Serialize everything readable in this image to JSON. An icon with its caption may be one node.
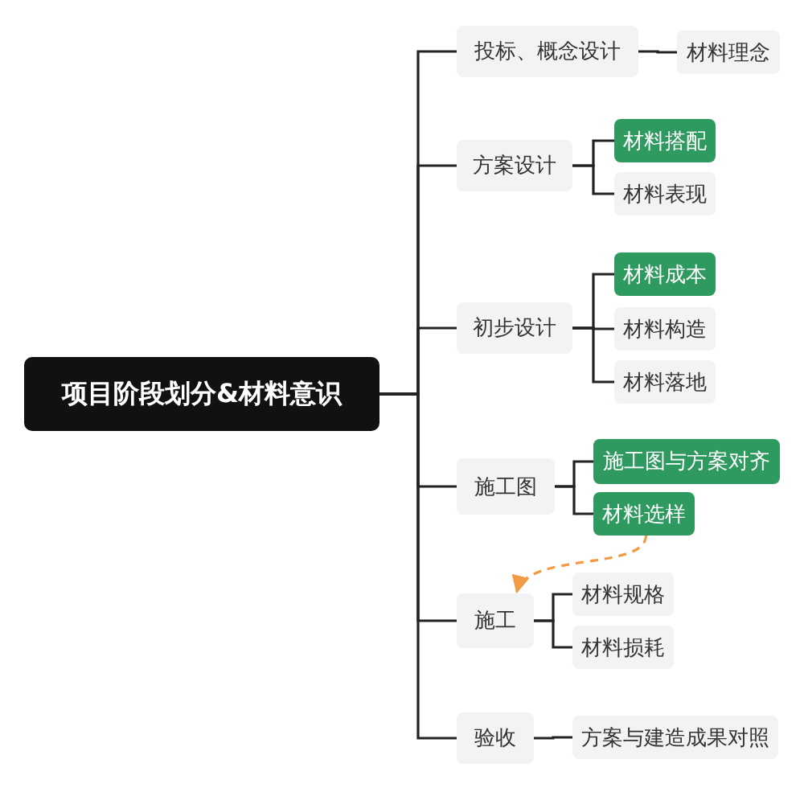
{
  "diagram": {
    "nodes": [
      {
        "text": [
          "项目阶段划分&材料意识"
        ]
      },
      {
        "text": [
          "投标、概念设计"
        ]
      },
      {
        "text": [
          "材料理念"
        ]
      },
      {
        "text": [
          "方案设计"
        ]
      },
      {
        "text": [
          "材料搭配"
        ]
      },
      {
        "text": [
          "材料表现"
        ]
      },
      {
        "text": [
          "初步设计"
        ]
      },
      {
        "text": [
          "材料成本"
        ]
      },
      {
        "text": [
          "材料构造"
        ]
      },
      {
        "text": [
          "材料落地"
        ]
      },
      {
        "text": [
          "施工图"
        ]
      },
      {
        "text": [
          "施工图与方案对齐"
        ]
      },
      {
        "text": [
          "材料选样"
        ]
      },
      {
        "text": [
          "施工"
        ]
      },
      {
        "text": [
          "材料规格"
        ]
      },
      {
        "text": [
          "材料损耗"
        ]
      },
      {
        "text": [
          "验收"
        ]
      },
      {
        "text": [
          "方案与建造成果对照"
        ]
      }
    ],
    "edges": [
      {
        "from": 0,
        "to": 1,
        "arrow": "none"
      },
      {
        "from": 0,
        "to": 3,
        "arrow": "none"
      },
      {
        "from": 0,
        "to": 6,
        "arrow": "none"
      },
      {
        "from": 0,
        "to": 10,
        "arrow": "none"
      },
      {
        "from": 0,
        "to": 13,
        "arrow": "none"
      },
      {
        "from": 0,
        "to": 16,
        "arrow": "none"
      },
      {
        "from": 1,
        "to": 2,
        "arrow": "none"
      },
      {
        "from": 3,
        "to": 4,
        "arrow": "none"
      },
      {
        "from": 3,
        "to": 5,
        "arrow": "none"
      },
      {
        "from": 6,
        "to": 7,
        "arrow": "none"
      },
      {
        "from": 6,
        "to": 8,
        "arrow": "none"
      },
      {
        "from": 6,
        "to": 9,
        "arrow": "none"
      },
      {
        "from": 10,
        "to": 11,
        "arrow": "none"
      },
      {
        "from": 10,
        "to": 12,
        "arrow": "none"
      },
      {
        "from": 13,
        "to": 14,
        "arrow": "none"
      },
      {
        "from": 13,
        "to": 15,
        "arrow": "none"
      },
      {
        "from": 16,
        "to": 17,
        "arrow": "none"
      },
      {
        "from": 12,
        "to": 13,
        "arrow": "to",
        "style": "dashed",
        "color": "#f39a45"
      }
    ]
  }
}
